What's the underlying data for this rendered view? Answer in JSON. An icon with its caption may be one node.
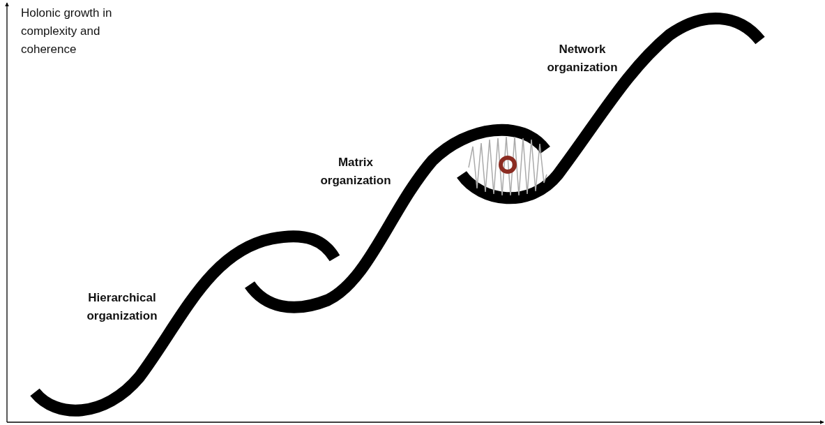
{
  "diagram": {
    "labels": [
      "Holonic growth in complexity and coherence",
      "Network organization",
      "Matrix organization",
      "Hierarchical organization"
    ]
  }
}
